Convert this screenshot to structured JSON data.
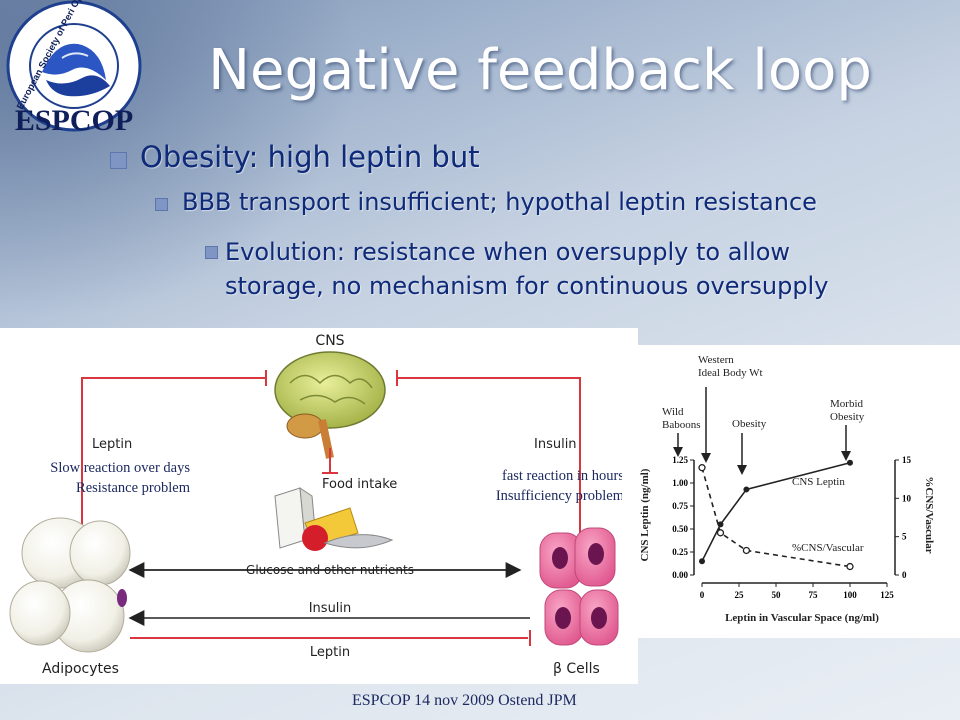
{
  "title": "Negative feedback loop",
  "bullets": [
    {
      "text": "Obesity: high leptin but"
    },
    {
      "text": "BBB transport insufficient; hypothal leptin resistance"
    },
    {
      "line1": "Evolution: resistance when oversupply to allow",
      "line2": "storage, no mechanism for continuous oversupply"
    }
  ],
  "logo": {
    "ring_text": "European Society of Peri Operative Care of the Obese Patient",
    "name": "ESPCOP"
  },
  "diagram": {
    "cns": "CNS",
    "leptin_left": "Leptin",
    "insulin_right": "Insulin",
    "food_intake": "Food intake",
    "glucose": "Glucose and other nutrients",
    "insulin_arrow": "Insulin",
    "leptin_arrow": "Leptin",
    "adipocytes": "Adipocytes",
    "beta_cells": "β Cells"
  },
  "annotations": {
    "left_line1": "Slow reaction over days",
    "left_line2": "Resistance problem",
    "right_line1": "fast reaction in hours",
    "right_line2": "Insufficiency problem"
  },
  "graph": {
    "label_western": "Western",
    "label_ideal": "Ideal Body Wt",
    "label_wild": "Wild",
    "label_baboons": "Baboons",
    "label_obesity": "Obesity",
    "label_morbid": "Morbid",
    "label_obesity2": "Obesity",
    "series_cns": "CNS Leptin",
    "series_ratio": "%CNS/Vascular",
    "ylabel_left": "CNS Leptin (ng/ml)",
    "ylabel_right": "%CNS/Vascular",
    "xlabel": "Leptin in Vascular Space (ng/ml)"
  },
  "chart_data": {
    "type": "line",
    "x": [
      0,
      12.5,
      30,
      100
    ],
    "series": [
      {
        "name": "CNS Leptin",
        "values": [
          0.15,
          0.55,
          0.93,
          1.22
        ]
      },
      {
        "name": "%CNS/Vascular",
        "values": [
          14,
          5.5,
          3.2,
          1.1
        ]
      }
    ],
    "xticks": [
      "0",
      "25",
      "50",
      "75",
      "100",
      "125"
    ],
    "yticks_left": [
      "0.00",
      "0.25",
      "0.50",
      "0.75",
      "1.00",
      "1.25"
    ],
    "yticks_right": [
      "0",
      "5",
      "10",
      "15"
    ],
    "xlim": [
      0,
      125
    ],
    "ylim": [
      0,
      1.25
    ],
    "ylim_right": [
      0,
      15
    ]
  },
  "footer": "ESPCOP 14 nov 2009 Ostend  JPM"
}
